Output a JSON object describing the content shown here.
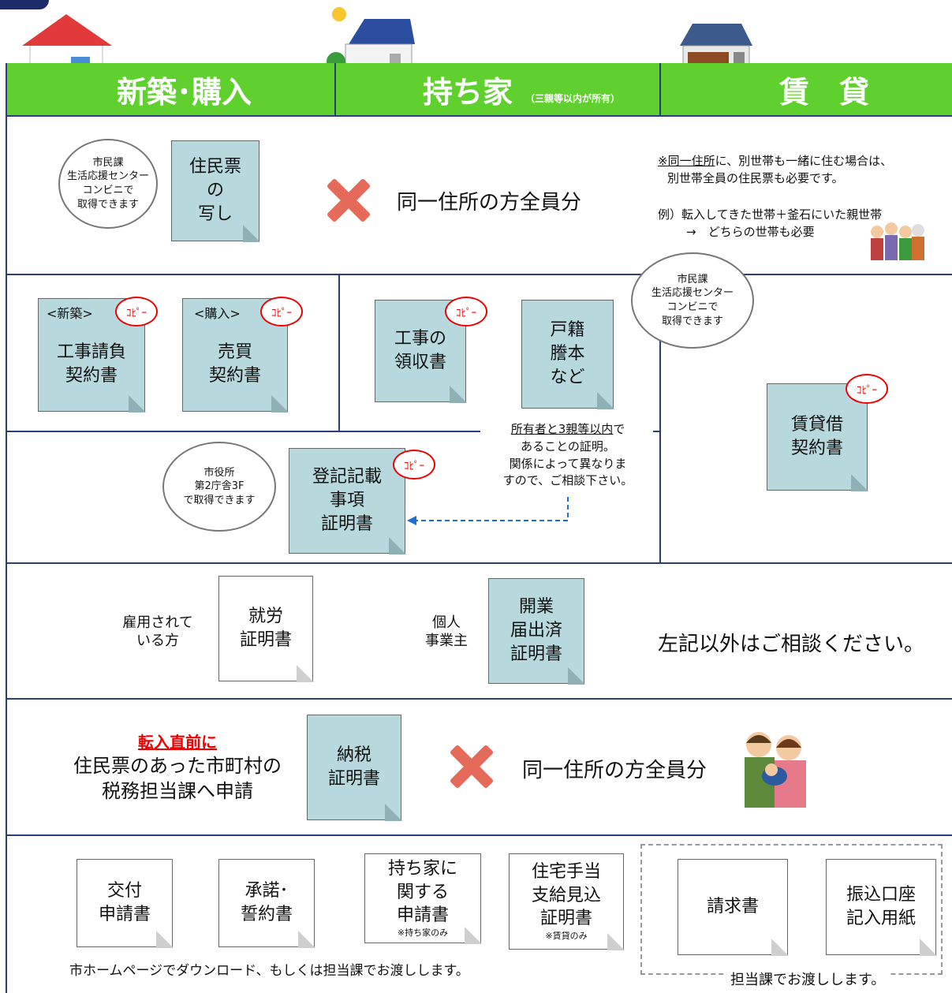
{
  "colors": {
    "header_green": "#5fd02e",
    "doc_blue": "#b7d9dd",
    "border_navy": "#2c3e7a",
    "accent_red": "#e00000",
    "dashed_arrow": "#1f6fd0"
  },
  "header": {
    "col1": "新築･購入",
    "col2": "持ち家",
    "col2_note": "（三親等以内が所有）",
    "col3": "賃　貸"
  },
  "row1": {
    "bubble": [
      "市民課",
      "生活応援センター",
      "コンビニで",
      "取得できます"
    ],
    "doc": [
      "住民票",
      "の",
      "写し"
    ],
    "x_icon": "cross-mark-icon",
    "main_text": "同一住所の方全員分",
    "note_line1_underlined": "※同一住所",
    "note_line1_rest": "に、別世帯も一緒に住む場合は、",
    "note_line2": "別世帯全員の住民票も必要です。",
    "example_line1": "例）転入してきた世帯＋釜石にいた親世帯",
    "example_line2": "→　どちらの世帯も必要"
  },
  "row2": {
    "doc1_tag": "<新築>",
    "doc1": [
      "工事請負",
      "契約書"
    ],
    "doc2_tag": "<購入>",
    "doc2": [
      "売買",
      "契約書"
    ],
    "doc3": [
      "工事の",
      "領収書"
    ],
    "doc4": [
      "戸籍",
      "謄本",
      "など"
    ],
    "bubble": [
      "市民課",
      "生活応援センター",
      "コンビニで",
      "取得できます"
    ],
    "doc5": [
      "賃貸借",
      "契約書"
    ],
    "copy_label": "ｺﾋﾟｰ"
  },
  "row3": {
    "bubble": [
      "市役所",
      "第2庁舎3F",
      "で取得できます"
    ],
    "doc": [
      "登記記載",
      "事項",
      "証明書"
    ],
    "note_underlined": "所有者と3親等以内",
    "note_rest": "で",
    "note_lines": [
      "あることの証明。",
      "関係によって異なりま",
      "すので、ご相談下さい。"
    ]
  },
  "row4": {
    "label1": [
      "雇用されて",
      "いる方"
    ],
    "doc1": [
      "就労",
      "証明書"
    ],
    "label2": [
      "個人",
      "事業主"
    ],
    "doc2": [
      "開業",
      "届出済",
      "証明書"
    ],
    "other": "左記以外はご相談ください。"
  },
  "row5": {
    "red_title": "転入直前に",
    "lines": [
      "住民票のあった市町村の",
      "税務担当課へ申請"
    ],
    "doc": [
      "納税",
      "証明書"
    ],
    "main_text": "同一住所の方全員分"
  },
  "row6": {
    "doc1": [
      "交付",
      "申請書"
    ],
    "doc2": [
      "承諾･",
      "誓約書"
    ],
    "doc3": [
      "持ち家に",
      "関する",
      "申請書"
    ],
    "doc3_note": "※持ち家のみ",
    "doc4": [
      "住宅手当",
      "支給見込",
      "証明書"
    ],
    "doc4_note": "※賃貸のみ",
    "doc5": [
      "請求書"
    ],
    "doc6": [
      "振込口座",
      "記入用紙"
    ],
    "footer_left": "市ホームページでダウンロード、もしくは担当課でお渡しします。",
    "footer_right": "担当課でお渡しします。"
  }
}
